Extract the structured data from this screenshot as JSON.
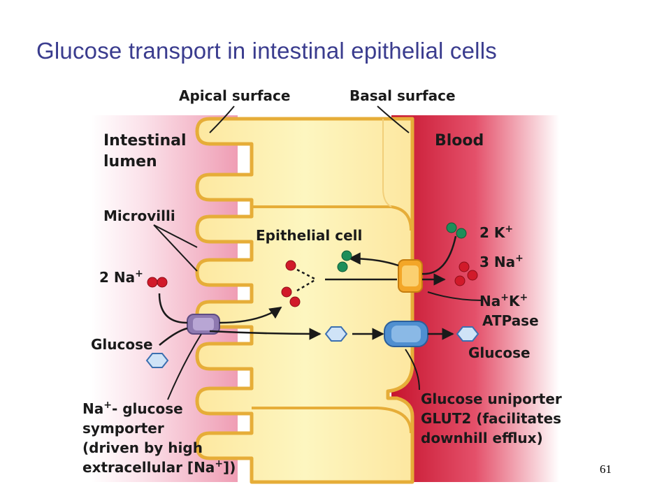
{
  "slide": {
    "title": "Glucose transport in intestinal epithelial cells",
    "page_number": "61"
  },
  "diagram": {
    "apical_surface": "Apical surface",
    "basal_surface": "Basal surface",
    "lumen_line1": "Intestinal",
    "lumen_line2": "lumen",
    "blood": "Blood",
    "microvilli": "Microvilli",
    "epithelial_cell": "Epithelial cell",
    "na_in_lumen": "2 Na",
    "k_out": "2 K",
    "na_out": "3 Na",
    "pump_line1": "Na",
    "pump_line1b": "K",
    "pump_line2": "ATPase",
    "glucose_lumen": "Glucose",
    "glucose_blood": "Glucose",
    "symporter_line1a": "Na",
    "symporter_line1b": "- glucose",
    "symporter_line2": "symporter",
    "symporter_line3": "(driven by high",
    "symporter_line4a": "extracellular [Na",
    "symporter_line4b": "])",
    "uniporter_line1": "Glucose uniporter",
    "uniporter_line2": "GLUT2 (facilitates",
    "uniporter_line3": "downhill efflux)",
    "plus": "+"
  },
  "colors": {
    "title": "#3a3c8e",
    "cell": "#fbf1a4",
    "membrane": "#e8b43c",
    "lumen": "#f2a9bd",
    "blood": "#d9203a",
    "sodium": "#d11a2a",
    "potassium": "#1e8e5a",
    "glucose": "#cfe3f7",
    "symporter": "#8e79b0",
    "uniporter": "#4f8fd0",
    "pump": "#f0a020"
  }
}
